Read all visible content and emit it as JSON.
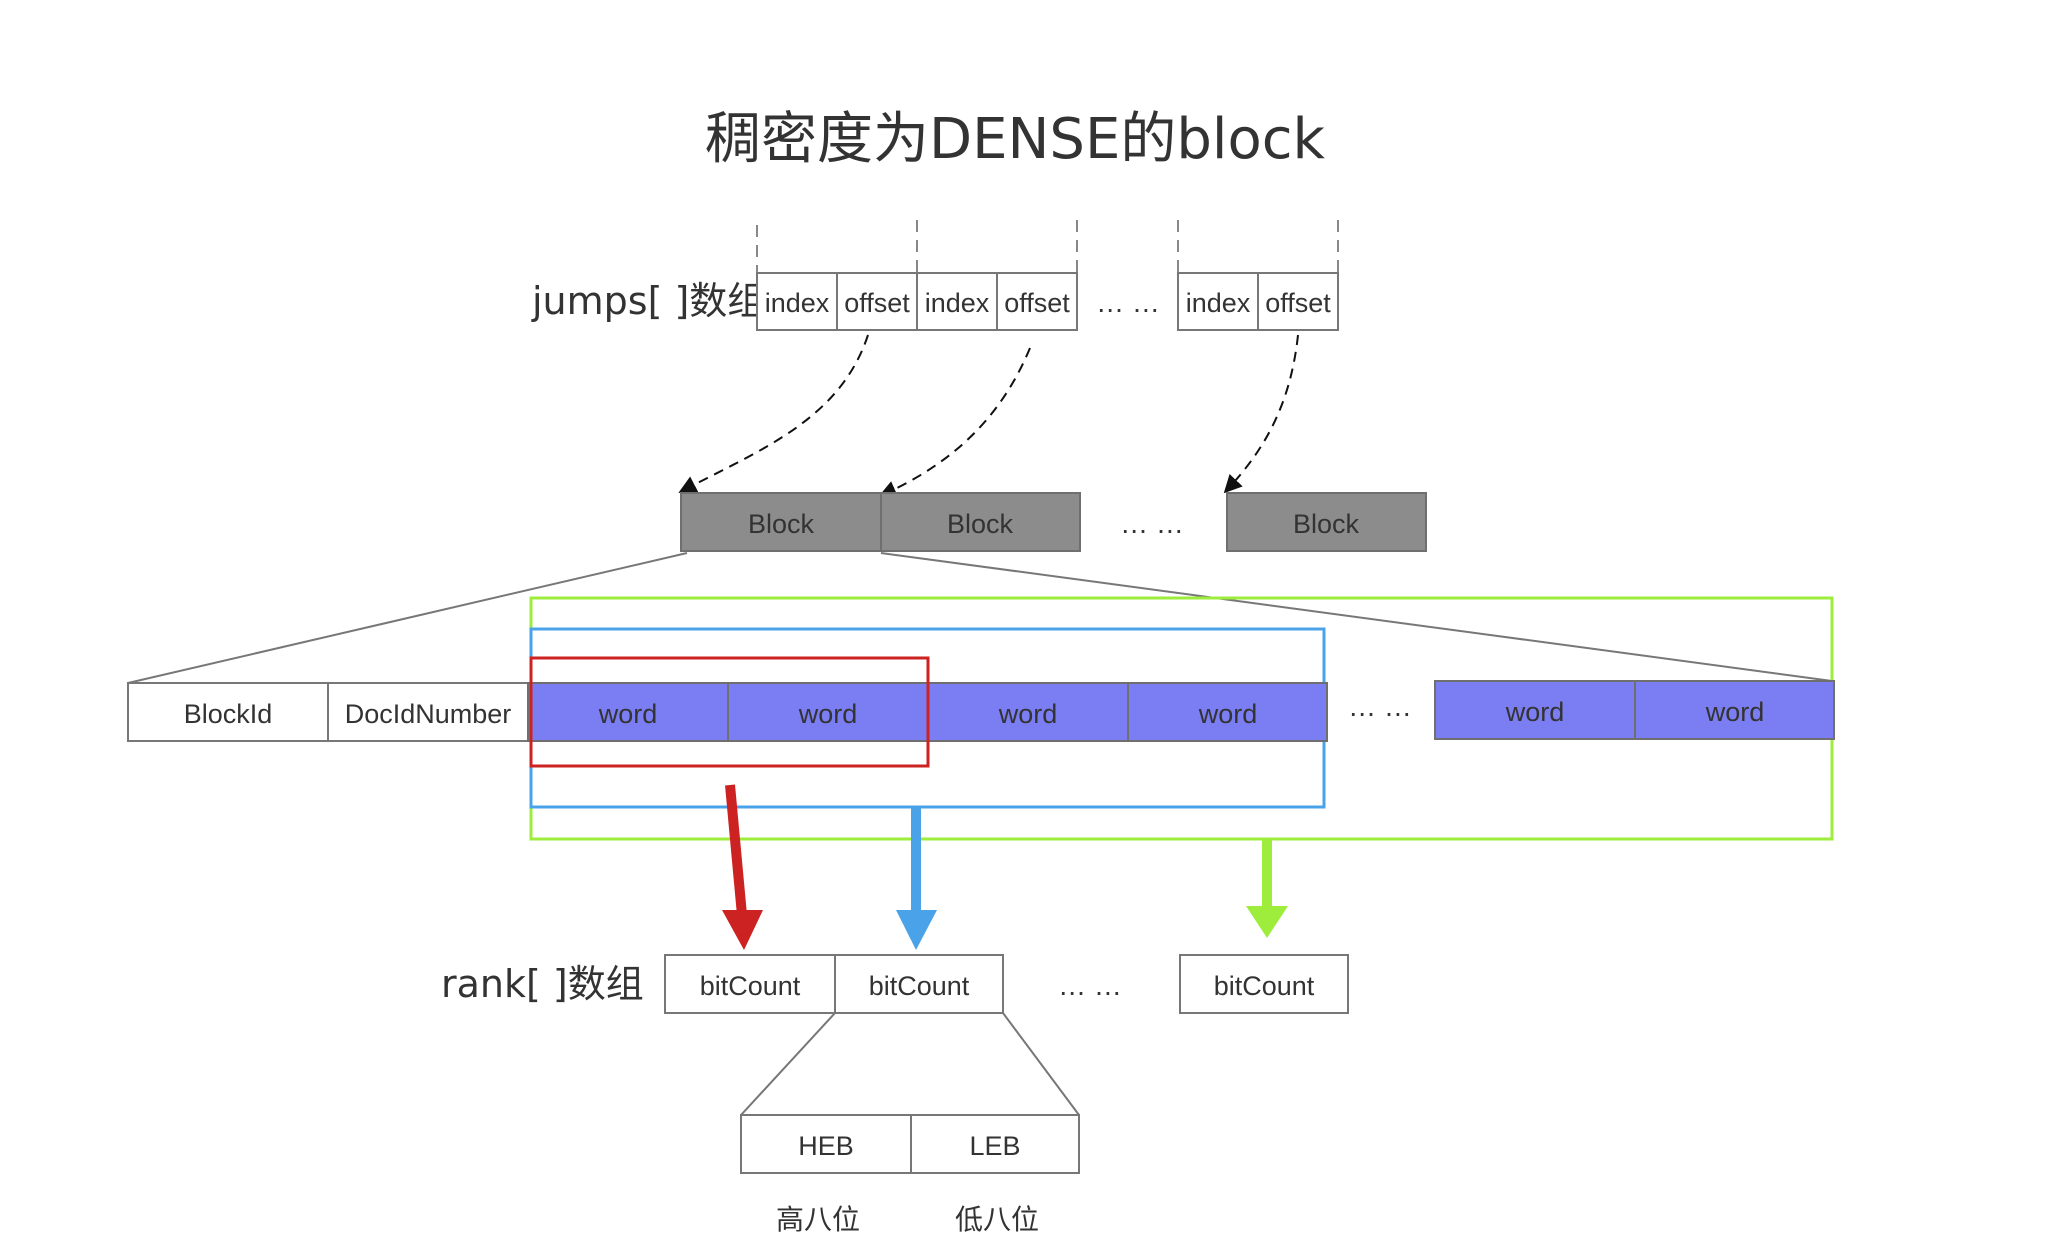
{
  "title": "稠密度为DENSE的block",
  "jumps": {
    "label": "jumps[ ]数组",
    "cells": [
      "index",
      "offset",
      "index",
      "offset",
      "index",
      "offset"
    ],
    "ellipsis": "… …"
  },
  "blocks": {
    "labels": [
      "Block",
      "Block",
      "Block"
    ],
    "ellipsis": "… …"
  },
  "block_row": {
    "header_cells": [
      "BlockId",
      "DocIdNumber"
    ],
    "words_left": [
      "word",
      "word",
      "word",
      "word"
    ],
    "words_right": [
      "word",
      "word"
    ],
    "ellipsis": "… …"
  },
  "rank": {
    "label": "rank[ ]数组",
    "cells": [
      "bitCount",
      "bitCount",
      "bitCount"
    ],
    "ellipsis": "… …"
  },
  "bitcount_detail": {
    "cells": [
      "HEB",
      "LEB"
    ],
    "captions": [
      "高八位",
      "低八位"
    ]
  },
  "colors": {
    "red": "#cc2222",
    "blue": "#4aa3e8",
    "green": "#9eec3c",
    "word_fill": "#7b7df2",
    "block_fill": "#8c8c8c"
  }
}
